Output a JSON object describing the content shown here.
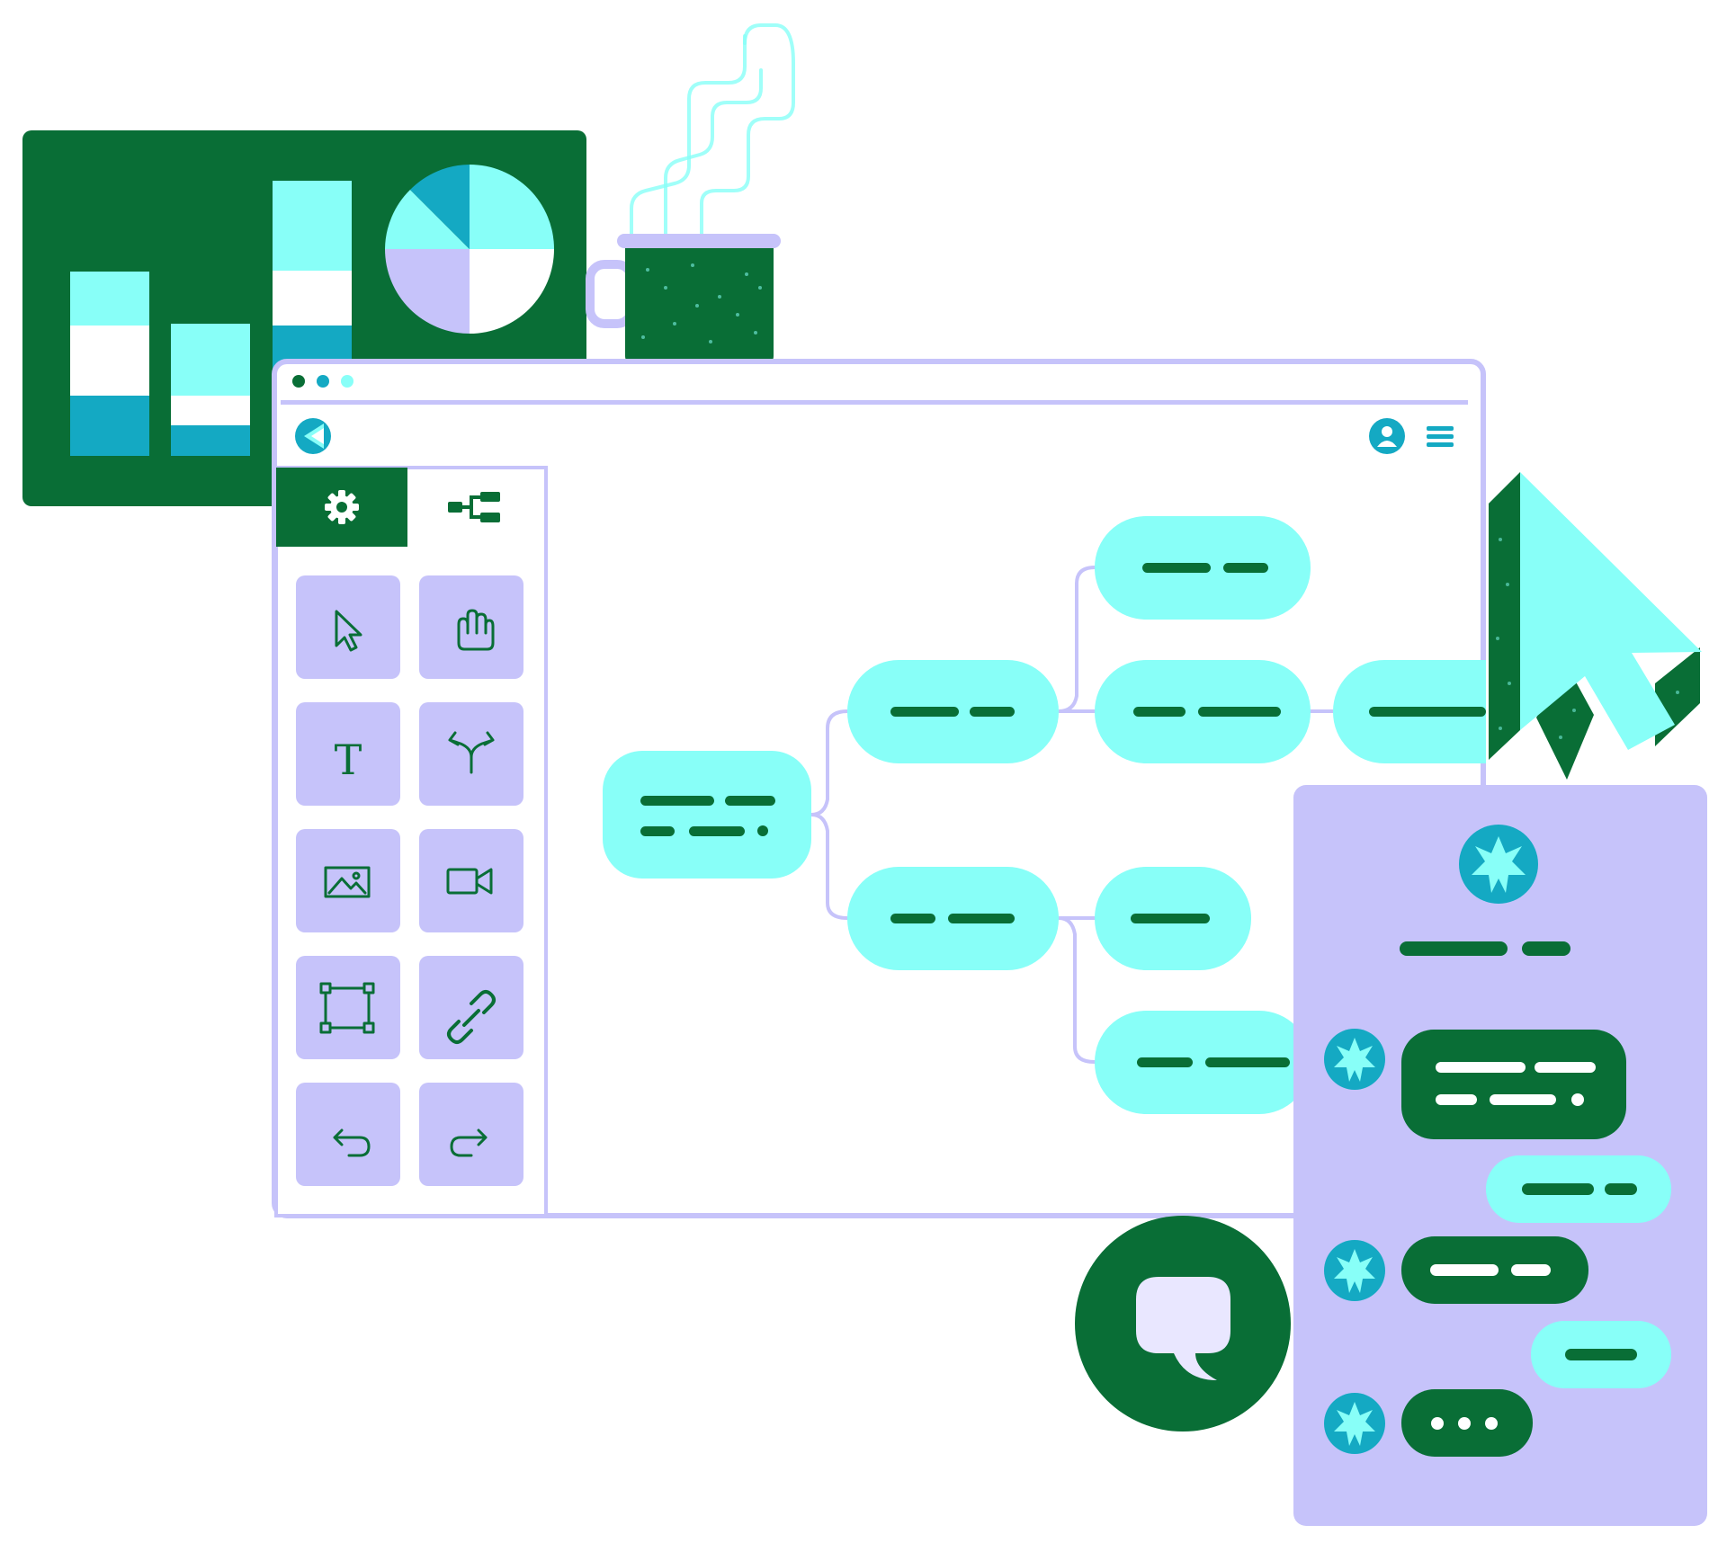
{
  "colors": {
    "dark_green": "#096e36",
    "aqua": "#88fff8",
    "lavender": "#c6c3fa",
    "teal": "#14a9c3",
    "white": "#ffffff"
  },
  "window": {
    "traffic_lights": [
      "dark",
      "teal",
      "aqua"
    ],
    "header_icons": [
      "app-logo-icon",
      "user-avatar-icon",
      "hamburger-menu-icon"
    ]
  },
  "sidebar": {
    "tabs": [
      {
        "icon": "gear-icon",
        "active": true
      },
      {
        "icon": "hierarchy-icon",
        "active": false
      }
    ],
    "tools": [
      {
        "icon": "cursor-icon"
      },
      {
        "icon": "hand-icon"
      },
      {
        "icon": "text-icon",
        "glyph": "T"
      },
      {
        "icon": "split-arrows-icon"
      },
      {
        "icon": "image-icon"
      },
      {
        "icon": "video-camera-icon"
      },
      {
        "icon": "frame-icon"
      },
      {
        "icon": "link-icon"
      },
      {
        "icon": "undo-icon"
      },
      {
        "icon": "redo-icon"
      }
    ]
  },
  "dashboard": {
    "widgets": [
      "stacked-bar-chart-widget",
      "pie-chart-widget"
    ]
  },
  "chat_panel": {
    "messages": [
      {
        "from": "bot",
        "lines": 2
      },
      {
        "from": "user",
        "lines": 1
      },
      {
        "from": "bot",
        "lines": 1
      },
      {
        "from": "user",
        "lines": 1
      },
      {
        "from": "bot",
        "typing": true
      }
    ]
  }
}
